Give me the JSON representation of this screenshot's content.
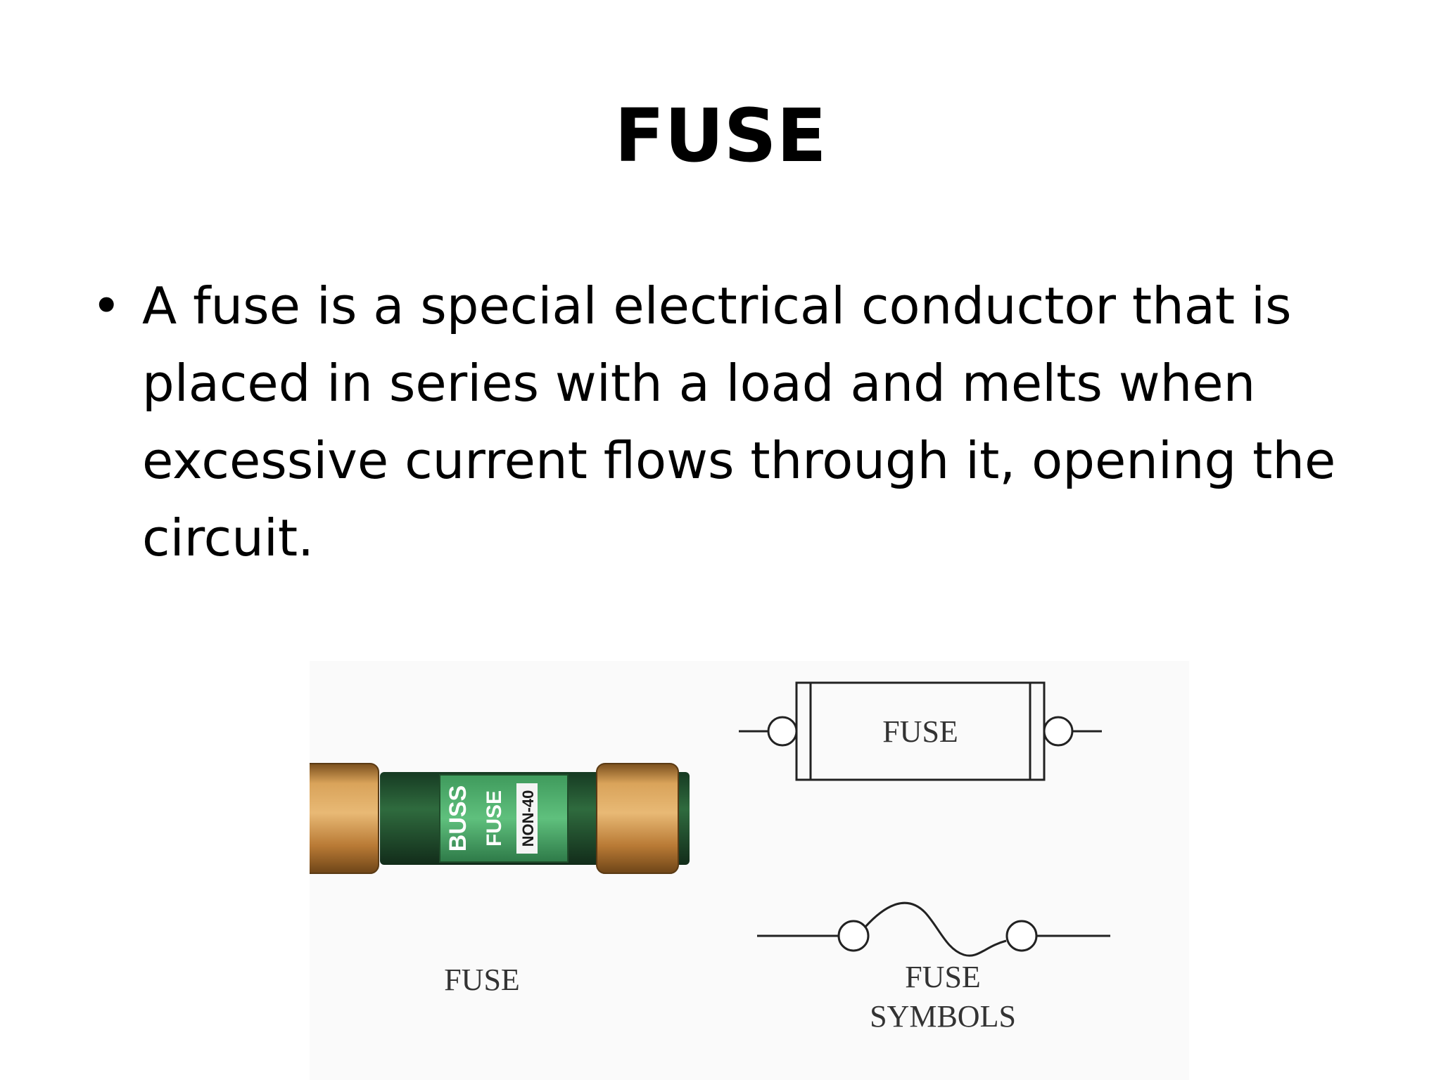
{
  "slide": {
    "title": "FUSE",
    "bullets": [
      "A fuse is a special electrical conductor that is placed in series with a load and melts when excessive current flows through it, opening the circuit."
    ]
  },
  "figure": {
    "photo_caption": "FUSE",
    "box_symbol_label": "FUSE",
    "symbols_caption_line1": "FUSE",
    "symbols_caption_line2": "SYMBOLS",
    "fuse_label": {
      "brand": "BUSS",
      "type": "FUSE",
      "model": "NON-40"
    },
    "colors": {
      "end_cap": "#c4873a",
      "body_band": "#2f6b3e",
      "label": "#4fae6e",
      "line": "#222222"
    }
  }
}
